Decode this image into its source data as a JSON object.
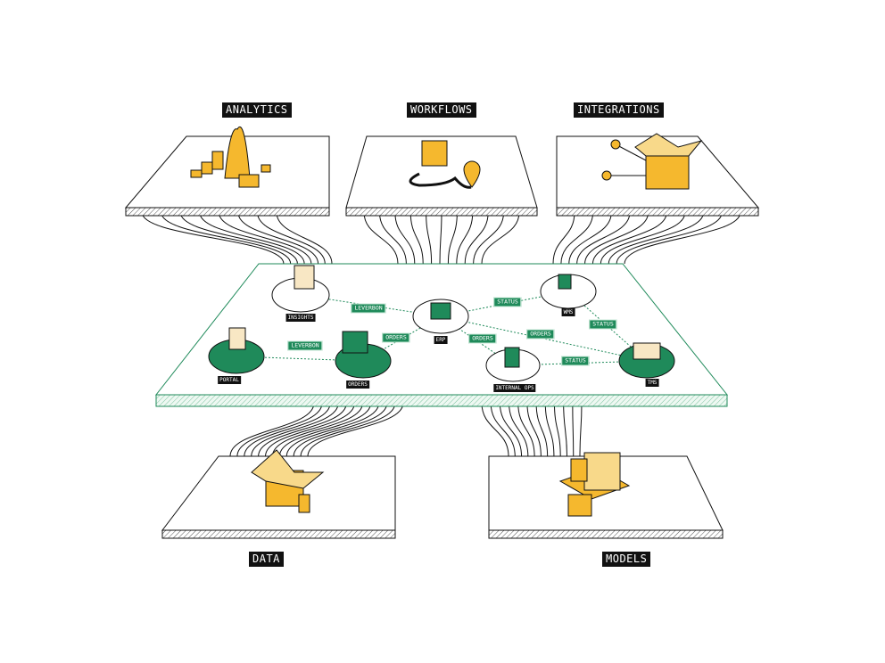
{
  "sections": {
    "analytics": "ANALYTICS",
    "workflows": "WORKFLOWS",
    "integrations": "INTEGRATIONS",
    "data": "DATA",
    "models": "MODELS"
  },
  "nodes": {
    "insights": "INSIGHTS",
    "erp": "ERP",
    "wms": "WMS",
    "portal": "PORTAL",
    "orders": "ORDERS",
    "internal_ops": "INTERNAL OPS",
    "tms": "TMS"
  },
  "edges": [
    {
      "from": "insights",
      "to": "erp",
      "label": "LEVERBON"
    },
    {
      "from": "portal",
      "to": "orders",
      "label": "LEVERBON"
    },
    {
      "from": "orders",
      "to": "erp",
      "label": "ORDERS"
    },
    {
      "from": "erp",
      "to": "wms",
      "label": "STATUS"
    },
    {
      "from": "erp",
      "to": "internal_ops",
      "label": "ORDERS"
    },
    {
      "from": "erp",
      "to": "tms",
      "label": "ORDERS"
    },
    {
      "from": "wms",
      "to": "tms",
      "label": "STATUS"
    },
    {
      "from": "internal_ops",
      "to": "tms",
      "label": "STATUS"
    }
  ],
  "colors": {
    "green": "#1f8a5a",
    "yellow": "#f5b82e",
    "dark": "#111111"
  }
}
